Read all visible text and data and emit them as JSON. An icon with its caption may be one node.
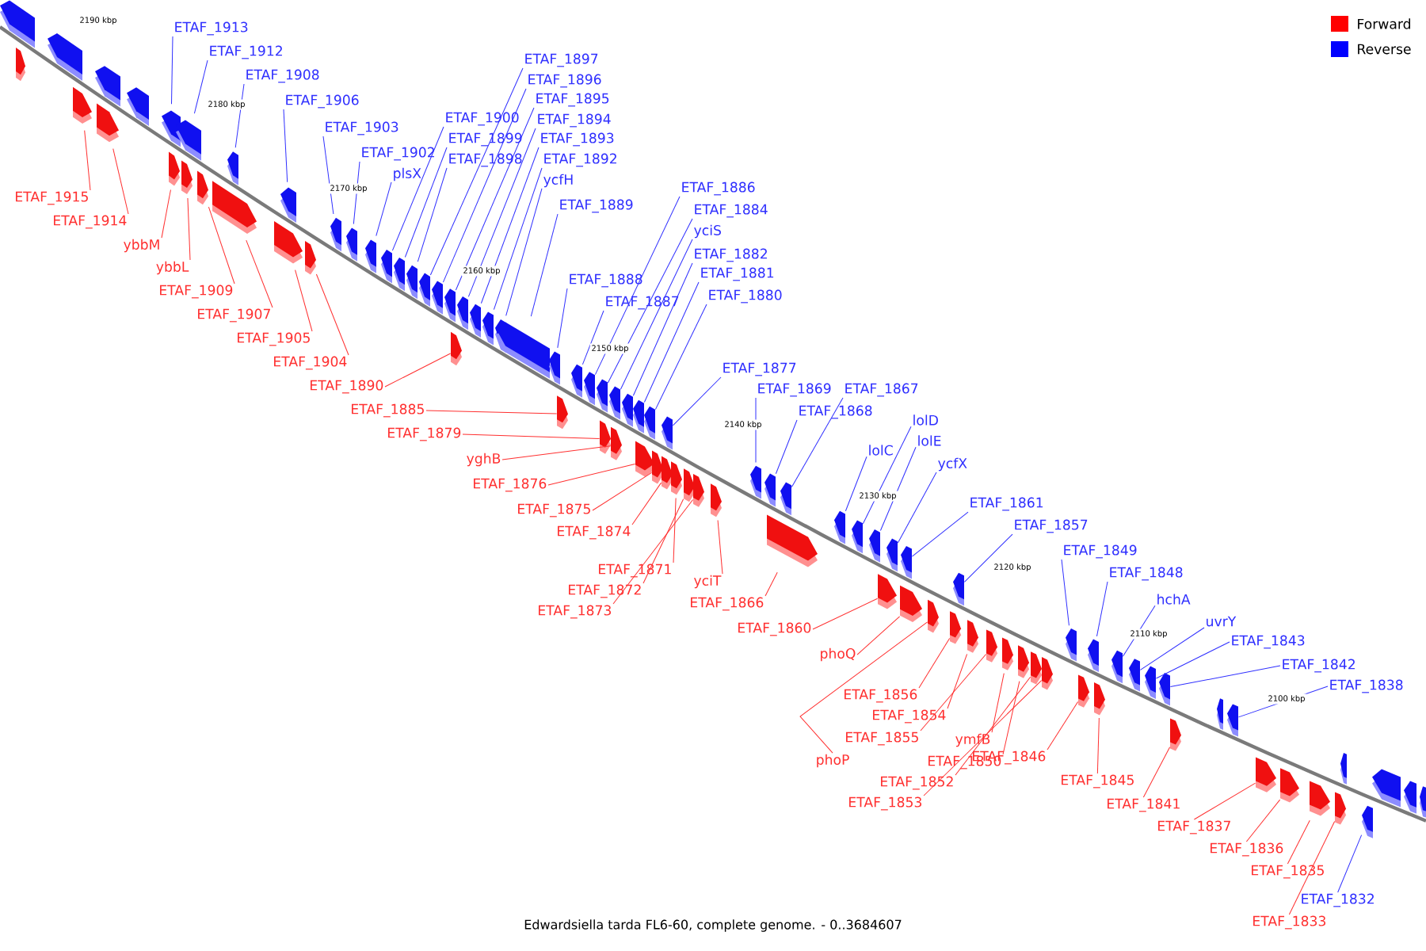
{
  "diagram": {
    "caption": "Edwardsiella tarda FL6-60, complete genome. - 0..3684607",
    "nodes": [
      {
        "text": [
          "ETAF_1913"
        ]
      },
      {
        "text": [
          "ETAF_1912"
        ]
      },
      {
        "text": [
          "ETAF_1908"
        ]
      },
      {
        "text": [
          "ETAF_1906"
        ]
      },
      {
        "text": [
          "ETAF_1897"
        ]
      },
      {
        "text": [
          "ETAF_1896"
        ]
      },
      {
        "text": [
          "ETAF_1895"
        ]
      },
      {
        "text": [
          "ETAF_1900"
        ]
      },
      {
        "text": [
          "ETAF_1894"
        ]
      },
      {
        "text": [
          "ETAF_1903"
        ]
      },
      {
        "text": [
          "ETAF_1899"
        ]
      },
      {
        "text": [
          "ETAF_1893"
        ]
      },
      {
        "text": [
          "ETAF_1902"
        ]
      },
      {
        "text": [
          "ETAF_1898"
        ]
      },
      {
        "text": [
          "ETAF_1892"
        ]
      },
      {
        "text": [
          "plsX"
        ]
      },
      {
        "text": [
          "ycfH"
        ]
      },
      {
        "text": [
          "ETAF_1886"
        ]
      },
      {
        "text": [
          "ETAF_1889"
        ]
      },
      {
        "text": [
          "ETAF_1884"
        ]
      },
      {
        "text": [
          "yciS"
        ]
      },
      {
        "text": [
          "ETAF_1882"
        ]
      },
      {
        "text": [
          "ETAF_1881"
        ]
      },
      {
        "text": [
          "ETAF_1888"
        ]
      },
      {
        "text": [
          "ETAF_1880"
        ]
      },
      {
        "text": [
          "ETAF_1887"
        ]
      },
      {
        "text": [
          "ETAF_1877"
        ]
      },
      {
        "text": [
          "ETAF_1869"
        ]
      },
      {
        "text": [
          "ETAF_1867"
        ]
      },
      {
        "text": [
          "ETAF_1868"
        ]
      },
      {
        "text": [
          "lolD"
        ]
      },
      {
        "text": [
          "lolE"
        ]
      },
      {
        "text": [
          "lolC"
        ]
      },
      {
        "text": [
          "ycfX"
        ]
      },
      {
        "text": [
          "ETAF_1861"
        ]
      },
      {
        "text": [
          "ETAF_1857"
        ]
      },
      {
        "text": [
          "ETAF_1849"
        ]
      },
      {
        "text": [
          "ETAF_1848"
        ]
      },
      {
        "text": [
          "hchA"
        ]
      },
      {
        "text": [
          "uvrY"
        ]
      },
      {
        "text": [
          "ETAF_1843"
        ]
      },
      {
        "text": [
          "ETAF_1842"
        ]
      },
      {
        "text": [
          "ETAF_1838"
        ]
      },
      {
        "text": [
          "ETAF_1832"
        ]
      },
      {
        "text": [
          "ETAF_1915"
        ]
      },
      {
        "text": [
          "ETAF_1914"
        ]
      },
      {
        "text": [
          "ybbM"
        ]
      },
      {
        "text": [
          "ybbL"
        ]
      },
      {
        "text": [
          "ETAF_1909"
        ]
      },
      {
        "text": [
          "ETAF_1907"
        ]
      },
      {
        "text": [
          "ETAF_1905"
        ]
      },
      {
        "text": [
          "ETAF_1904"
        ]
      },
      {
        "text": [
          "ETAF_1890"
        ]
      },
      {
        "text": [
          "ETAF_1885"
        ]
      },
      {
        "text": [
          "ETAF_1879"
        ]
      },
      {
        "text": [
          "yghB"
        ]
      },
      {
        "text": [
          "ETAF_1876"
        ]
      },
      {
        "text": [
          "ETAF_1875"
        ]
      },
      {
        "text": [
          "ETAF_1874"
        ]
      },
      {
        "text": [
          "ETAF_1871"
        ]
      },
      {
        "text": [
          "yciT"
        ]
      },
      {
        "text": [
          "ETAF_1872"
        ]
      },
      {
        "text": [
          "ETAF_1866"
        ]
      },
      {
        "text": [
          "ETAF_1873"
        ]
      },
      {
        "text": [
          "ETAF_1860"
        ]
      },
      {
        "text": [
          "phoQ"
        ]
      },
      {
        "text": [
          "ETAF_1856"
        ]
      },
      {
        "text": [
          "ETAF_1854"
        ]
      },
      {
        "text": [
          "ETAF_1855"
        ]
      },
      {
        "text": [
          "ymfB"
        ]
      },
      {
        "text": [
          "phoP"
        ]
      },
      {
        "text": [
          "ETAF_1850"
        ]
      },
      {
        "text": [
          "ETAF_1852"
        ]
      },
      {
        "text": [
          "ETAF_1853"
        ]
      },
      {
        "text": [
          "ETAF_1846"
        ]
      },
      {
        "text": [
          "ETAF_1845"
        ]
      },
      {
        "text": [
          "ETAF_1841"
        ]
      },
      {
        "text": [
          "ETAF_1837"
        ]
      },
      {
        "text": [
          "ETAF_1836"
        ]
      },
      {
        "text": [
          "ETAF_1835"
        ]
      },
      {
        "text": [
          "ETAF_1833"
        ]
      },
      {
        "text": [],
        "shape": "arrow"
      },
      {
        "text": [],
        "shape": "arrow"
      },
      {
        "text": [],
        "shape": "arrow"
      },
      {
        "text": [],
        "shape": "arrow"
      },
      {
        "text": [],
        "shape": "arrow"
      },
      {
        "text": [],
        "shape": "arrow"
      },
      {
        "text": [],
        "shape": "arrow"
      },
      {
        "text": [],
        "shape": "arrow"
      },
      {
        "text": [],
        "shape": "arrow"
      },
      {
        "text": [],
        "shape": "arrow"
      },
      {
        "text": [],
        "shape": "arrow"
      },
      {
        "text": [],
        "shape": "arrow"
      },
      {
        "text": [],
        "shape": "arrow"
      },
      {
        "text": [],
        "shape": "arrow"
      },
      {
        "text": [],
        "shape": "arrow"
      },
      {
        "text": [],
        "shape": "arrow"
      },
      {
        "text": [],
        "shape": "arrow"
      },
      {
        "text": [],
        "shape": "arrow"
      },
      {
        "text": [],
        "shape": "arrow"
      },
      {
        "text": [],
        "shape": "arrow"
      },
      {
        "text": [],
        "shape": "arrow"
      },
      {
        "text": [],
        "shape": "arrow"
      },
      {
        "text": [],
        "shape": "arrow"
      },
      {
        "text": [],
        "shape": "arrow"
      },
      {
        "text": [],
        "shape": "arrow"
      },
      {
        "text": [],
        "shape": "arrow"
      },
      {
        "text": [],
        "shape": "arrow"
      },
      {
        "text": [],
        "shape": "arrow"
      },
      {
        "text": [],
        "shape": "arrow"
      },
      {
        "text": [],
        "shape": "arrow"
      },
      {
        "text": [],
        "shape": "arrow"
      },
      {
        "text": [],
        "shape": "arrow"
      },
      {
        "text": [],
        "shape": "arrow"
      },
      {
        "text": [],
        "shape": "arrow"
      },
      {
        "text": [],
        "shape": "arrow"
      },
      {
        "text": [],
        "shape": "arrow"
      },
      {
        "text": [],
        "shape": "arrow"
      },
      {
        "text": [],
        "shape": "arrow"
      },
      {
        "text": [],
        "shape": "arrow"
      },
      {
        "text": [],
        "shape": "arrow"
      },
      {
        "text": [],
        "shape": "arrow"
      },
      {
        "text": [],
        "shape": "arrow"
      },
      {
        "text": [],
        "shape": "arrow"
      },
      {
        "text": [],
        "shape": "arrow"
      },
      {
        "text": [],
        "shape": "arrow"
      },
      {
        "text": [],
        "shape": "arrow"
      },
      {
        "text": [],
        "shape": "arrow"
      },
      {
        "text": [],
        "shape": "arrow"
      },
      {
        "text": [],
        "shape": "arrow"
      },
      {
        "text": [],
        "shape": "arrow"
      },
      {
        "text": [],
        "shape": "arrow"
      },
      {
        "text": [],
        "shape": "arrow"
      },
      {
        "text": [],
        "shape": "arrow"
      },
      {
        "text": [],
        "shape": "arrow"
      },
      {
        "text": [],
        "shape": "arrow"
      },
      {
        "text": [],
        "shape": "arrow"
      },
      {
        "text": [],
        "shape": "arrow"
      },
      {
        "text": [],
        "shape": "arrow"
      },
      {
        "text": [],
        "shape": "arrow"
      },
      {
        "text": [],
        "shape": "arrow"
      },
      {
        "text": [],
        "shape": "arrow"
      },
      {
        "text": [],
        "shape": "arrow"
      },
      {
        "text": [],
        "shape": "arrow"
      },
      {
        "text": [],
        "shape": "arrow"
      },
      {
        "text": [],
        "shape": "arrow"
      },
      {
        "text": [],
        "shape": "arrow"
      },
      {
        "text": [],
        "shape": "arrow"
      },
      {
        "text": [],
        "shape": "arrow"
      },
      {
        "text": [],
        "shape": "arrow"
      },
      {
        "text": [],
        "shape": "arrow"
      },
      {
        "text": [],
        "shape": "arrow"
      },
      {
        "text": [],
        "shape": "arrow"
      },
      {
        "text": [],
        "shape": "arrow"
      },
      {
        "text": [],
        "shape": "arrow"
      },
      {
        "text": [],
        "shape": "arrow"
      },
      {
        "text": [],
        "shape": "arrow"
      },
      {
        "text": [],
        "shape": "arrow"
      },
      {
        "text": [],
        "shape": "arrow"
      },
      {
        "text": [],
        "shape": "arrow"
      },
      {
        "text": [],
        "shape": "arrow"
      },
      {
        "text": [],
        "shape": "arrow"
      },
      {
        "text": [],
        "shape": "arrow"
      },
      {
        "text": [],
        "shape": "arrow"
      },
      {
        "text": [],
        "shape": "arrow"
      },
      {
        "text": [],
        "shape": "arrow"
      },
      {
        "text": [],
        "shape": "arrow"
      },
      {
        "text": [],
        "shape": "arrow"
      },
      {
        "text": [],
        "shape": "arrow"
      },
      {
        "text": [],
        "shape": "arrow"
      },
      {
        "text": [],
        "shape": "arrow"
      },
      {
        "text": [],
        "shape": "arrow"
      }
    ],
    "edges": [
      {
        "from": 0,
        "to": 81,
        "arrow": "none",
        "color": "#3030ff"
      },
      {
        "from": 1,
        "to": 82,
        "arrow": "none",
        "color": "#3030ff"
      },
      {
        "from": 2,
        "to": 83,
        "arrow": "none",
        "color": "#3030ff"
      },
      {
        "from": 3,
        "to": 84,
        "arrow": "none",
        "color": "#3030ff"
      },
      {
        "from": 4,
        "to": 85,
        "arrow": "none",
        "color": "#3030ff"
      },
      {
        "from": 5,
        "to": 86,
        "arrow": "none",
        "color": "#3030ff"
      },
      {
        "from": 6,
        "to": 87,
        "arrow": "none",
        "color": "#3030ff"
      },
      {
        "from": 7,
        "to": 88,
        "arrow": "none",
        "color": "#3030ff"
      },
      {
        "from": 8,
        "to": 89,
        "arrow": "none",
        "color": "#3030ff"
      },
      {
        "from": 9,
        "to": 90,
        "arrow": "none",
        "color": "#3030ff"
      },
      {
        "from": 10,
        "to": 91,
        "arrow": "none",
        "color": "#3030ff"
      },
      {
        "from": 11,
        "to": 92,
        "arrow": "none",
        "color": "#3030ff"
      },
      {
        "from": 12,
        "to": 93,
        "arrow": "none",
        "color": "#3030ff"
      },
      {
        "from": 13,
        "to": 94,
        "arrow": "none",
        "color": "#3030ff"
      },
      {
        "from": 14,
        "to": 95,
        "arrow": "none",
        "color": "#3030ff"
      },
      {
        "from": 15,
        "to": 96,
        "arrow": "none",
        "color": "#3030ff"
      },
      {
        "from": 16,
        "to": 97,
        "arrow": "none",
        "color": "#3030ff"
      },
      {
        "from": 17,
        "to": 98,
        "arrow": "none",
        "color": "#3030ff"
      },
      {
        "from": 18,
        "to": 99,
        "arrow": "none",
        "color": "#3030ff"
      },
      {
        "from": 19,
        "to": 100,
        "arrow": "none",
        "color": "#3030ff"
      },
      {
        "from": 20,
        "to": 101,
        "arrow": "none",
        "color": "#3030ff"
      },
      {
        "from": 21,
        "to": 102,
        "arrow": "none",
        "color": "#3030ff"
      },
      {
        "from": 22,
        "to": 103,
        "arrow": "none",
        "color": "#3030ff"
      },
      {
        "from": 23,
        "to": 104,
        "arrow": "none",
        "color": "#3030ff"
      },
      {
        "from": 24,
        "to": 105,
        "arrow": "none",
        "color": "#3030ff"
      },
      {
        "from": 25,
        "to": 106,
        "arrow": "none",
        "color": "#3030ff"
      },
      {
        "from": 26,
        "to": 107,
        "arrow": "none",
        "color": "#3030ff"
      },
      {
        "from": 27,
        "to": 108,
        "arrow": "none",
        "color": "#3030ff"
      },
      {
        "from": 28,
        "to": 109,
        "arrow": "none",
        "color": "#3030ff"
      },
      {
        "from": 29,
        "to": 110,
        "arrow": "none",
        "color": "#3030ff"
      },
      {
        "from": 30,
        "to": 111,
        "arrow": "none",
        "color": "#3030ff"
      },
      {
        "from": 31,
        "to": 112,
        "arrow": "none",
        "color": "#3030ff"
      },
      {
        "from": 32,
        "to": 113,
        "arrow": "none",
        "color": "#3030ff"
      },
      {
        "from": 33,
        "to": 114,
        "arrow": "none",
        "color": "#3030ff"
      },
      {
        "from": 34,
        "to": 115,
        "arrow": "none",
        "color": "#3030ff"
      },
      {
        "from": 35,
        "to": 116,
        "arrow": "none",
        "color": "#3030ff"
      },
      {
        "from": 36,
        "to": 117,
        "arrow": "none",
        "color": "#3030ff"
      },
      {
        "from": 37,
        "to": 118,
        "arrow": "none",
        "color": "#3030ff"
      },
      {
        "from": 38,
        "to": 119,
        "arrow": "none",
        "color": "#3030ff"
      },
      {
        "from": 39,
        "to": 120,
        "arrow": "none",
        "color": "#3030ff"
      },
      {
        "from": 40,
        "to": 121,
        "arrow": "none",
        "color": "#3030ff"
      },
      {
        "from": 41,
        "to": 122,
        "arrow": "none",
        "color": "#3030ff"
      },
      {
        "from": 42,
        "to": 123,
        "arrow": "none",
        "color": "#3030ff"
      },
      {
        "from": 43,
        "to": 124,
        "arrow": "none",
        "color": "#3030ff"
      },
      {
        "from": 44,
        "to": 125,
        "arrow": "none",
        "color": "#ff3030"
      },
      {
        "from": 45,
        "to": 126,
        "arrow": "none",
        "color": "#ff3030"
      },
      {
        "from": 46,
        "to": 127,
        "arrow": "none",
        "color": "#ff3030"
      },
      {
        "from": 47,
        "to": 128,
        "arrow": "none",
        "color": "#ff3030"
      },
      {
        "from": 48,
        "to": 129,
        "arrow": "none",
        "color": "#ff3030"
      },
      {
        "from": 49,
        "to": 130,
        "arrow": "none",
        "color": "#ff3030"
      },
      {
        "from": 50,
        "to": 131,
        "arrow": "none",
        "color": "#ff3030"
      },
      {
        "from": 51,
        "to": 132,
        "arrow": "none",
        "color": "#ff3030"
      },
      {
        "from": 52,
        "to": 133,
        "arrow": "none",
        "color": "#ff3030"
      },
      {
        "from": 53,
        "to": 134,
        "arrow": "none",
        "color": "#ff3030"
      },
      {
        "from": 54,
        "to": 135,
        "arrow": "none",
        "color": "#ff3030"
      },
      {
        "from": 55,
        "to": 136,
        "arrow": "none",
        "color": "#ff3030"
      },
      {
        "from": 56,
        "to": 137,
        "arrow": "none",
        "color": "#ff3030"
      },
      {
        "from": 57,
        "to": 138,
        "arrow": "none",
        "color": "#ff3030"
      },
      {
        "from": 58,
        "to": 139,
        "arrow": "none",
        "color": "#ff3030"
      },
      {
        "from": 59,
        "to": 140,
        "arrow": "none",
        "color": "#ff3030"
      },
      {
        "from": 60,
        "to": 141,
        "arrow": "none",
        "color": "#ff3030"
      },
      {
        "from": 61,
        "to": 142,
        "arrow": "none",
        "color": "#ff3030"
      },
      {
        "from": 62,
        "to": 143,
        "arrow": "none",
        "color": "#ff3030"
      },
      {
        "from": 63,
        "to": 144,
        "arrow": "none",
        "color": "#ff3030"
      },
      {
        "from": 64,
        "to": 145,
        "arrow": "none",
        "color": "#ff3030"
      },
      {
        "from": 65,
        "to": 146,
        "arrow": "none",
        "color": "#ff3030"
      },
      {
        "from": 66,
        "to": 147,
        "arrow": "none",
        "color": "#ff3030"
      },
      {
        "from": 67,
        "to": 148,
        "arrow": "none",
        "color": "#ff3030"
      },
      {
        "from": 68,
        "to": 149,
        "arrow": "none",
        "color": "#ff3030"
      },
      {
        "from": 69,
        "to": 150,
        "arrow": "none",
        "color": "#ff3030"
      },
      {
        "from": 70,
        "to": 151,
        "arrow": "none",
        "color": "#ff3030"
      },
      {
        "from": 71,
        "to": 152,
        "arrow": "none",
        "color": "#ff3030"
      },
      {
        "from": 72,
        "to": 153,
        "arrow": "none",
        "color": "#ff3030"
      },
      {
        "from": 73,
        "to": 154,
        "arrow": "none",
        "color": "#ff3030"
      },
      {
        "from": 74,
        "to": 155,
        "arrow": "none",
        "color": "#ff3030"
      },
      {
        "from": 75,
        "to": 156,
        "arrow": "none",
        "color": "#ff3030"
      },
      {
        "from": 76,
        "to": 157,
        "arrow": "none",
        "color": "#ff3030"
      },
      {
        "from": 77,
        "to": 158,
        "arrow": "none",
        "color": "#ff3030"
      },
      {
        "from": 78,
        "to": 159,
        "arrow": "none",
        "color": "#ff3030"
      },
      {
        "from": 79,
        "to": 160,
        "arrow": "none",
        "color": "#ff3030"
      },
      {
        "from": 80,
        "to": 161,
        "arrow": "none",
        "color": "#ff3030"
      }
    ],
    "labels": [
      "2190 kbp",
      "2180 kbp",
      "2170 kbp",
      "2160 kbp",
      "2150 kbp",
      "2140 kbp",
      "2130 kbp",
      "2120 kbp",
      "2110 kbp",
      "2100 kbp"
    ],
    "legend": [
      {
        "text": "Forward",
        "color": "#ff0000"
      },
      {
        "text": "Reverse",
        "color": "#0000ff"
      }
    ]
  }
}
